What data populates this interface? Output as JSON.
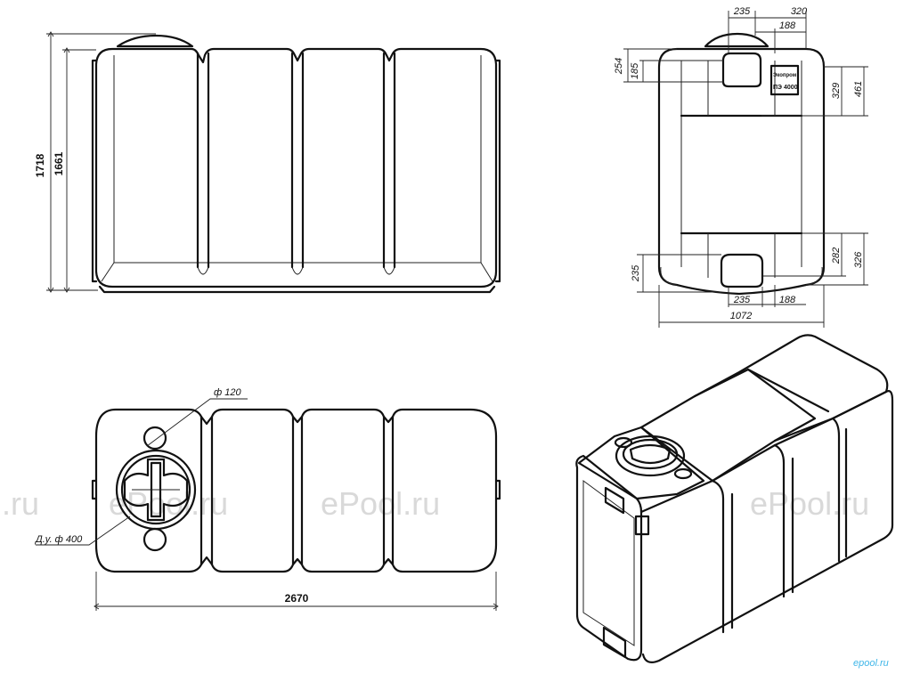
{
  "front_view": {
    "height_total": "1718",
    "height_body": "1661"
  },
  "side_view": {
    "top_235": "235",
    "top_320": "320",
    "top_188": "188",
    "left_254": "254",
    "left_185": "185",
    "right_329": "329",
    "right_461": "461",
    "right_282": "282",
    "right_326": "326",
    "left_235": "235",
    "bottom_235": "235",
    "bottom_188": "188",
    "width_1072": "1072",
    "label_brand": "Экопром",
    "label_model": "ПЭ 4000"
  },
  "top_view": {
    "small_hole": "ф 120",
    "main_hatch": "Д.у. ф 400",
    "length": "2670"
  },
  "watermark": {
    "items": [
      "l.ru",
      "ePool.ru",
      "ePool.ru",
      "ePool.ru"
    ],
    "corner_logo": "epool.ru"
  },
  "colors": {
    "line": "#111111",
    "watermark": "#d9d9d9",
    "logo": "#3fb6e8"
  }
}
